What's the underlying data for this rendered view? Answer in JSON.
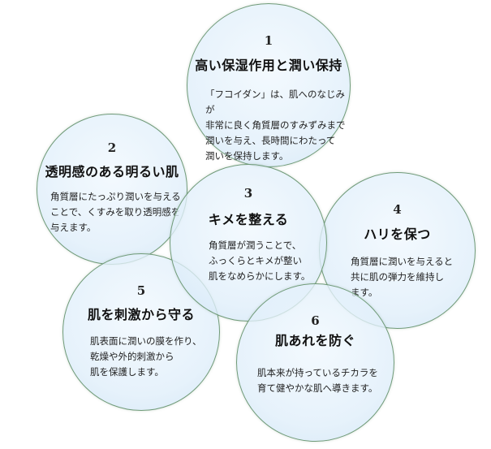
{
  "items": [
    {
      "number": "1",
      "title": "高い保湿作用と潤い保持",
      "body": "「フコイダン」は、肌へのなじみが\n非常に良く角質層のすみずみまで\n潤いを与え、長時間にわたって\n潤いを保持します。"
    },
    {
      "number": "2",
      "title": "透明感のある明るい肌",
      "body": "角質層にたっぷり潤いを与える\nことで、くすみを取り透明感を\n与えます。"
    },
    {
      "number": "3",
      "title": "キメを整える",
      "body": "角質層が潤うことで、\nふっくらとキメが整い\n肌をなめらかにします。"
    },
    {
      "number": "4",
      "title": "ハリを保つ",
      "body": "角質層に潤いを与えると\n共に肌の弾力を維持し\nます。"
    },
    {
      "number": "5",
      "title": "肌を刺激から守る",
      "body": "肌表面に潤いの膜を作り、\n乾燥や外的刺激から\n肌を保護します。"
    },
    {
      "number": "6",
      "title": "肌あれを防ぐ",
      "body": "肌本来が持っているチカラを\n育て健やかな肌へ導きます。"
    }
  ]
}
